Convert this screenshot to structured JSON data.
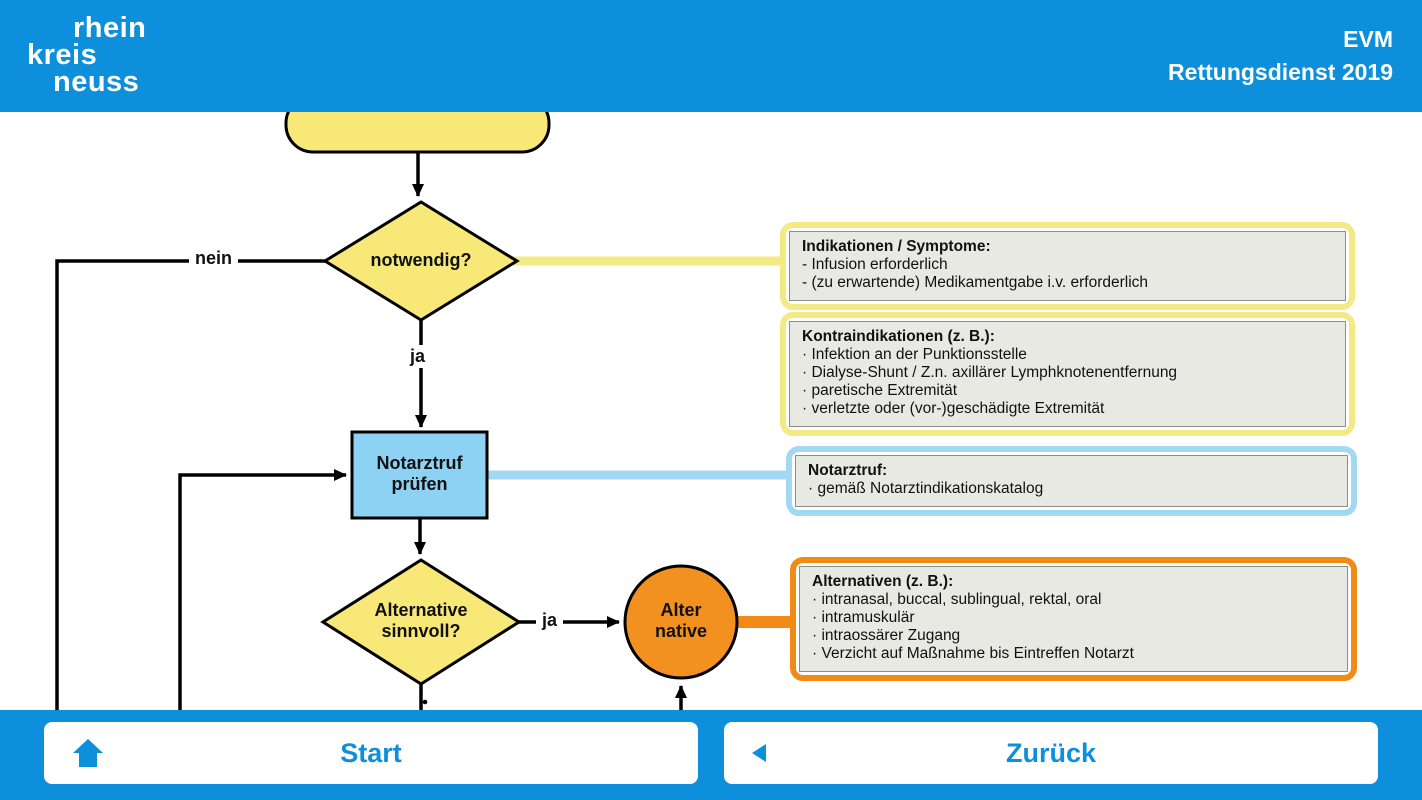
{
  "header": {
    "logo": [
      "rhein",
      "kreis",
      "neuss"
    ],
    "app_title": "EVM",
    "app_subtitle": "Rettungsdienst 2019"
  },
  "flowchart": {
    "decision_notwendig": "notwendig?",
    "label_nein": "nein",
    "label_ja_1": "ja",
    "process_line1": "Notarztruf",
    "process_line2": "prüfen",
    "decision_alt_line1": "Alternative",
    "decision_alt_line2": "sinnvoll?",
    "label_ja_2": "ja",
    "circle_line1": "Alter",
    "circle_line2": "native"
  },
  "callouts": [
    {
      "title": "Indikationen / Symptome:",
      "accent": "#f3ea85",
      "lines": [
        "- Infusion erforderlich",
        "- (zu erwartende) Medikamentgabe i.v. erforderlich"
      ]
    },
    {
      "title": "Kontraindikationen (z. B.):",
      "accent": "#f3ea85",
      "lines": [
        "· Infektion an der Punktionsstelle",
        "· Dialyse-Shunt / Z.n. axillärer Lymphknotenentfernung",
        "· paretische Extremität",
        "· verletzte oder (vor-)geschädigte Extremität"
      ]
    },
    {
      "title": "Notarztruf:",
      "accent": "#a3d8f2",
      "lines": [
        "· gemäß Notarztindikationskatalog"
      ]
    },
    {
      "title": "Alternativen (z. B.):",
      "accent": "#f28b16",
      "lines": [
        "· intranasal, buccal, sublingual, rektal, oral",
        "· intramuskulär",
        "· intraossärer Zugang",
        "· Verzicht auf Maßnahme bis Eintreffen Notarzt"
      ]
    }
  ],
  "footer": {
    "start_label": "Start",
    "back_label": "Zurück"
  },
  "colors": {
    "header_blue": "#0d8fdb",
    "diamond_yellow": "#f8e878",
    "process_blue": "#8ed2f3",
    "circle_orange": "#f29120",
    "callout_yellow_border": "#f3ea85",
    "callout_blue_border": "#a3d8f2",
    "callout_orange_border": "#f28b16",
    "callout_inner_gray": "#e9e9e4"
  }
}
